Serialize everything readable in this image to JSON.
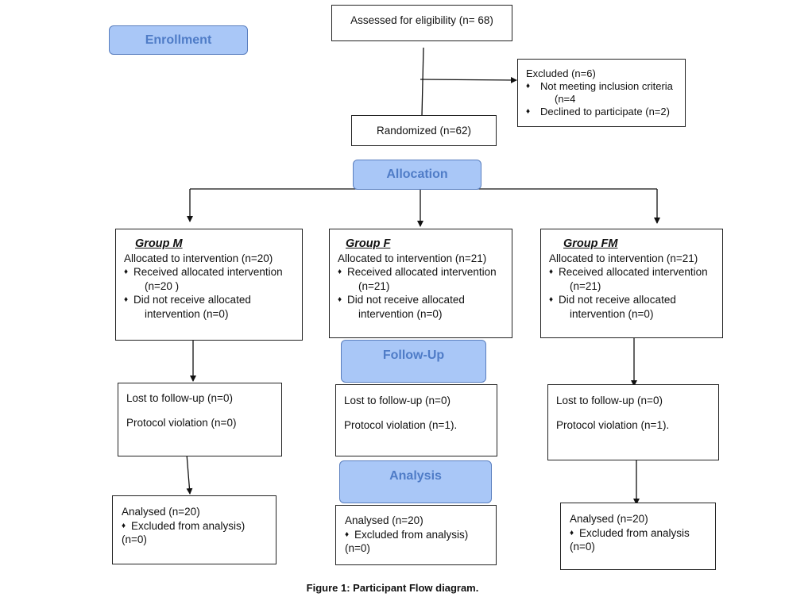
{
  "stages": {
    "enrollment": "Enrollment",
    "allocation": "Allocation",
    "followup": "Follow-Up",
    "analysis": "Analysis"
  },
  "assessed": "Assessed for eligibility (n= 68)",
  "excluded": {
    "title": "Excluded (n=6)",
    "items": [
      "Not meeting inclusion criteria",
      "(n=4",
      "Declined to participate (n=2)"
    ]
  },
  "randomized": "Randomized (n=62)",
  "groups": [
    {
      "name": "Group M",
      "allocated": "Allocated to intervention (n=20)",
      "received": "Received allocated intervention",
      "received_n": "(n=20  )",
      "not_received": "Did not receive allocated",
      "not_received_n": "intervention (n=0)",
      "lost": "Lost to follow-up (n=0)",
      "protocol": "Protocol violation (n=0)",
      "analysed": "Analysed (n=20)",
      "excluded": "Excluded from analysis)",
      "excluded_n": "(n=0)"
    },
    {
      "name": "Group F",
      "allocated": "Allocated to intervention (n=21)",
      "received": "Received allocated intervention",
      "received_n": "(n=21)",
      "not_received": "Did not receive allocated",
      "not_received_n": "intervention (n=0)",
      "lost": "Lost to follow-up (n=0)",
      "protocol": "Protocol violation (n=1).",
      "analysed": "Analysed (n=20)",
      "excluded": "Excluded from analysis)",
      "excluded_n": "(n=0)"
    },
    {
      "name": "Group FM",
      "allocated": "Allocated to intervention (n=21)",
      "received": "Received allocated intervention",
      "received_n": "(n=21)",
      "not_received": "Did not receive allocated",
      "not_received_n": "intervention (n=0)",
      "lost": "Lost to follow-up (n=0)",
      "protocol": "Protocol violation (n=1).",
      "analysed": "Analysed (n=20)",
      "excluded": "Excluded from analysis",
      "excluded_n": "(n=0)"
    }
  ],
  "bullet": "♦",
  "caption": "Figure 1: Participant Flow diagram."
}
